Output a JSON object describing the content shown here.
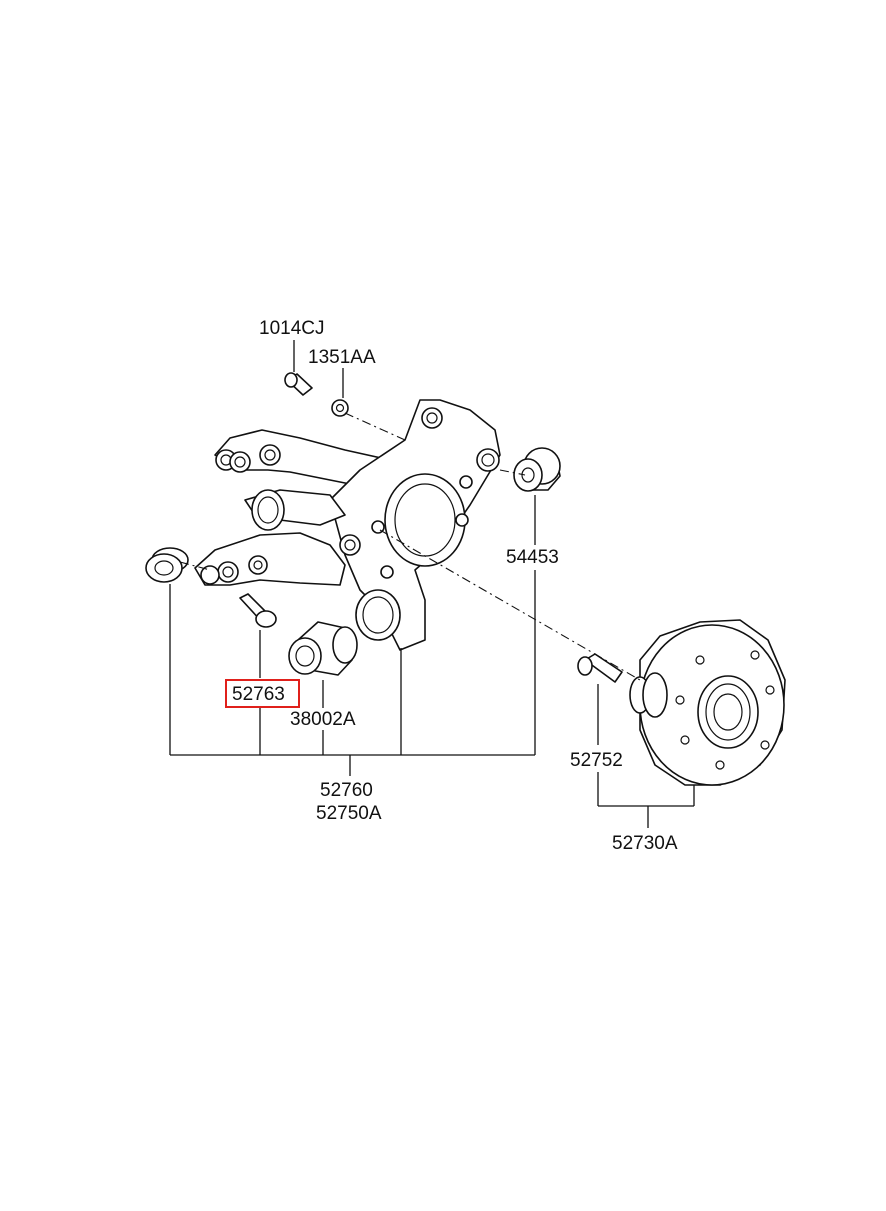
{
  "parts": {
    "bolt_1014cj": "1014CJ",
    "washer_1351aa": "1351AA",
    "bushing_54453": "54453",
    "pin_52763": "52763",
    "bushing_38002a": "38002A",
    "knuckle_52760": "52760",
    "knuckle_52750a": "52750A",
    "hub_bolt_52752": "52752",
    "hub_52730a": "52730A"
  },
  "highlight": {
    "part": "52763",
    "color": "#e0201b"
  }
}
